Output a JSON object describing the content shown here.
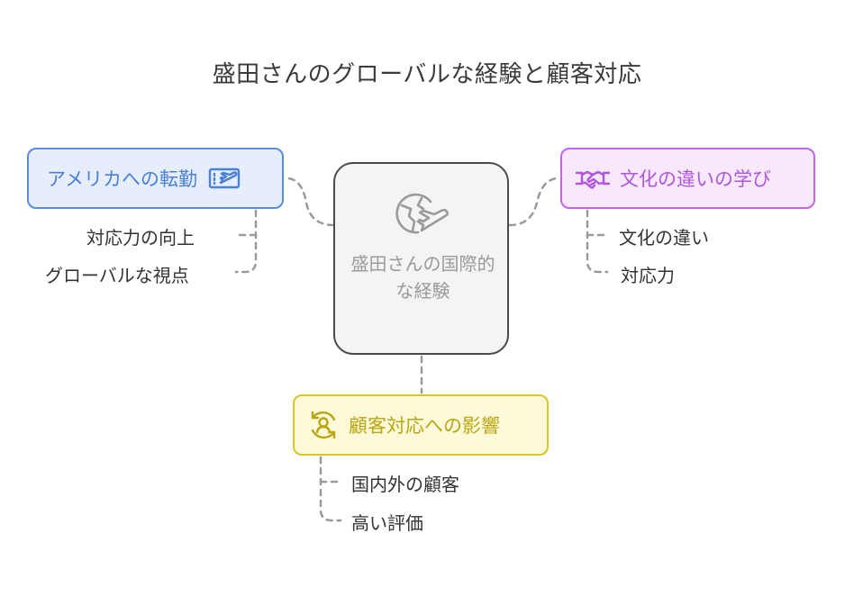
{
  "title": "盛田さんのグローバルな経験と顧客対応",
  "center": {
    "label": "盛田さんの国際的な経験",
    "icon": "globe-airplane-icon"
  },
  "topics": [
    {
      "label": "アメリカへの転勤",
      "icon": "airplane-ticket-icon",
      "color": "#5a8de0",
      "items": [
        "対応力の向上",
        "グローバルな視点"
      ]
    },
    {
      "label": "文化の違いの学び",
      "icon": "handshake-icon",
      "color": "#c266e6",
      "items": [
        "文化の違い",
        "対応力"
      ]
    },
    {
      "label": "顧客対応への影響",
      "icon": "user-cycle-icon",
      "color": "#d8c62a",
      "items": [
        "国内外の顧客",
        "高い評価"
      ]
    }
  ]
}
